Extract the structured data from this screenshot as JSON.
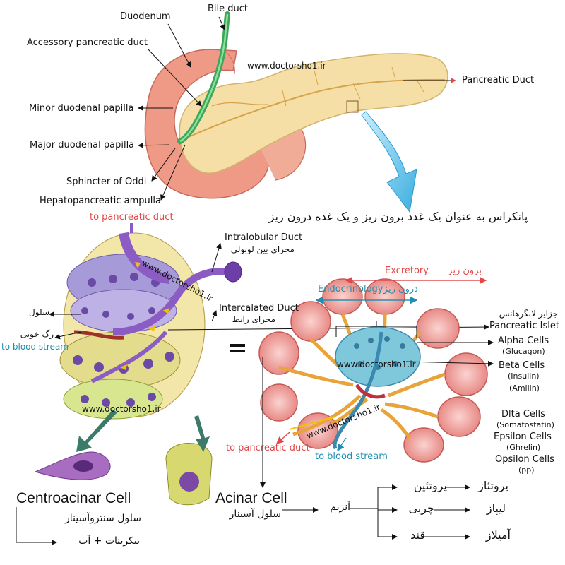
{
  "top_labels": {
    "duodenum": "Duodenum",
    "bile_duct": "Bile duct",
    "accessory_pancreatic_duct": "Accessory pancreatic duct",
    "pancreatic_duct": "Pancreatic Duct",
    "minor_duodenal_papilla": "Minor duodenal papilla",
    "major_duodenal_papilla": "Major duodenal papilla",
    "sphincter_of_oddi": "Sphincter of Oddi",
    "hepatopancreatic_ampulla": "Hepatopancreatic ampulla",
    "watermark": "www.doctorsho1.ir"
  },
  "caption_fa": "پانکراس به عنوان یک غدد برون ریز و یک غده درون ریز",
  "left_panel": {
    "to_pancreatic_duct": "to pancreatic duct",
    "intralobular_duct": "Intralobular Duct",
    "intralobular_duct_fa": "مجرای بین لوبولی",
    "intercalated_duct": "Intercalated Duct",
    "intercalated_duct_fa": "مجرای رابط",
    "cell_fa": "سلول",
    "blood_vessel_fa": "رگ خونی",
    "to_blood_stream": "to blood stream",
    "watermark_a": "www.doctorsho1.ir",
    "watermark_b": "www.doctorsho1.ir",
    "equals": "="
  },
  "right_panel": {
    "excretory": "Excretory",
    "excretory_fa": "برون ریز",
    "endocrinology": "Endocrinology",
    "endocrinology_fa": "درون ریز",
    "islet_fa": "جزایر لانگرهانس",
    "islet": "Pancreatic Islet",
    "alpha": "Alpha Cells",
    "glucagon": "(Glucagon)",
    "beta": "Beta Cells",
    "insulin": "(Insulin)",
    "amilin": "(Amilin)",
    "delta": "Dlta Cells",
    "somatostatin": "(Somatostatin)",
    "epsilon": "Epsilon Cells",
    "ghrelin": "(Ghrelin)",
    "opsilon": "Opsilon Cells",
    "pp": "(pp)",
    "to_pancreatic_duct": "to pancreatic duct",
    "to_blood_stream": "to blood stream",
    "watermark_a": "www.doctorsho1.ir",
    "watermark_b": "www.doctorsho1.ir"
  },
  "bottom": {
    "centroacinar": "Centroacinar Cell",
    "centroacinar_fa": "سلول سنتروآسینار",
    "bicarbonate_fa": "بیکربنات + آب",
    "acinar": "Acinar Cell",
    "acinar_fa": "سلول آسینار",
    "enzyme_fa": "آنزیم",
    "protein_fa": "پروتئین",
    "fat_fa": "چربی",
    "sugar_fa": "قند",
    "protease_fa": "پروتئاز",
    "lipase_fa": "لیپاز",
    "amylase_fa": "آمیلاز"
  },
  "colors": {
    "red_label": "#e0484a",
    "blue_label": "#1f8fb0",
    "pancreas": "#f6dfa6",
    "duodenum": "#ef9a86",
    "islet": "#7fc8dc",
    "duct_purple": "#8a5cc4"
  }
}
